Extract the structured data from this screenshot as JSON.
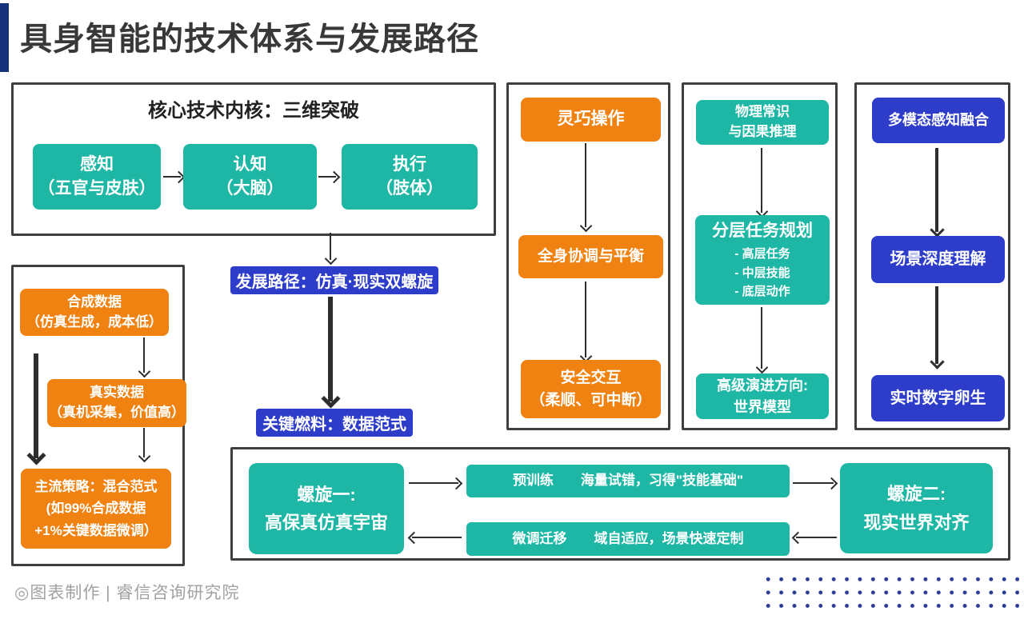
{
  "title": "具身智能的技术体系与发展路径",
  "footer": "◎图表制作 | 睿信咨询研究院",
  "colors": {
    "teal": "#1eb7a5",
    "orange": "#f08212",
    "blue": "#2e3dc9",
    "navy": "#16317c",
    "border": "#3e3e3e",
    "arrow": "#2d2d2d",
    "dot": "#2c3b94",
    "titletext": "#383838",
    "footertext": "#a2a2a2"
  },
  "core": {
    "header": "核心技术内核：三维突破",
    "nodes": [
      {
        "l1": "感知",
        "l2": "（五官与皮肤）"
      },
      {
        "l1": "认知",
        "l2": "（大脑）"
      },
      {
        "l1": "执行",
        "l2": "（肢体）"
      }
    ]
  },
  "spine": {
    "dev_label": "发展路径：仿真·现实双螺旋",
    "fuel_label": "关键燃料：数据范式"
  },
  "data_col": {
    "n1": {
      "l1": "合成数据",
      "l2": "（仿真生成，成本低）"
    },
    "n2": {
      "l1": "真实数据",
      "l2": "（真机采集，价值高）"
    },
    "n3": {
      "l1": "主流策略：混合范式",
      "l2": "(如99%合成数据",
      "l3": "+1%关键数据微调）"
    }
  },
  "op_col": {
    "n1": "灵巧操作",
    "n2": "全身协调与平衡",
    "n3": {
      "l1": "安全交互",
      "l2": "（柔顺、可中断）"
    }
  },
  "plan_col": {
    "n1": {
      "l1": "物理常识",
      "l2": "与因果推理"
    },
    "n2": {
      "title": "分层任务规划",
      "b1": "- 高层任务",
      "b2": "- 中层技能",
      "b3": "- 底层动作"
    },
    "n3": {
      "l1": "高级演进方向:",
      "l2": "世界模型"
    }
  },
  "perc_col": {
    "n1": "多模态感知融合",
    "n2": "场景深度理解",
    "n3": "实时数字卵生"
  },
  "spiral": {
    "left": {
      "l1": "螺旋一:",
      "l2": "高保真仿真宇宙"
    },
    "right": {
      "l1": "螺旋二:",
      "l2": "现实世界对齐"
    },
    "forward": "预训练　　海量试错，习得\"技能基础\"",
    "backward": "微调迁移　　域自适应，场景快速定制"
  }
}
